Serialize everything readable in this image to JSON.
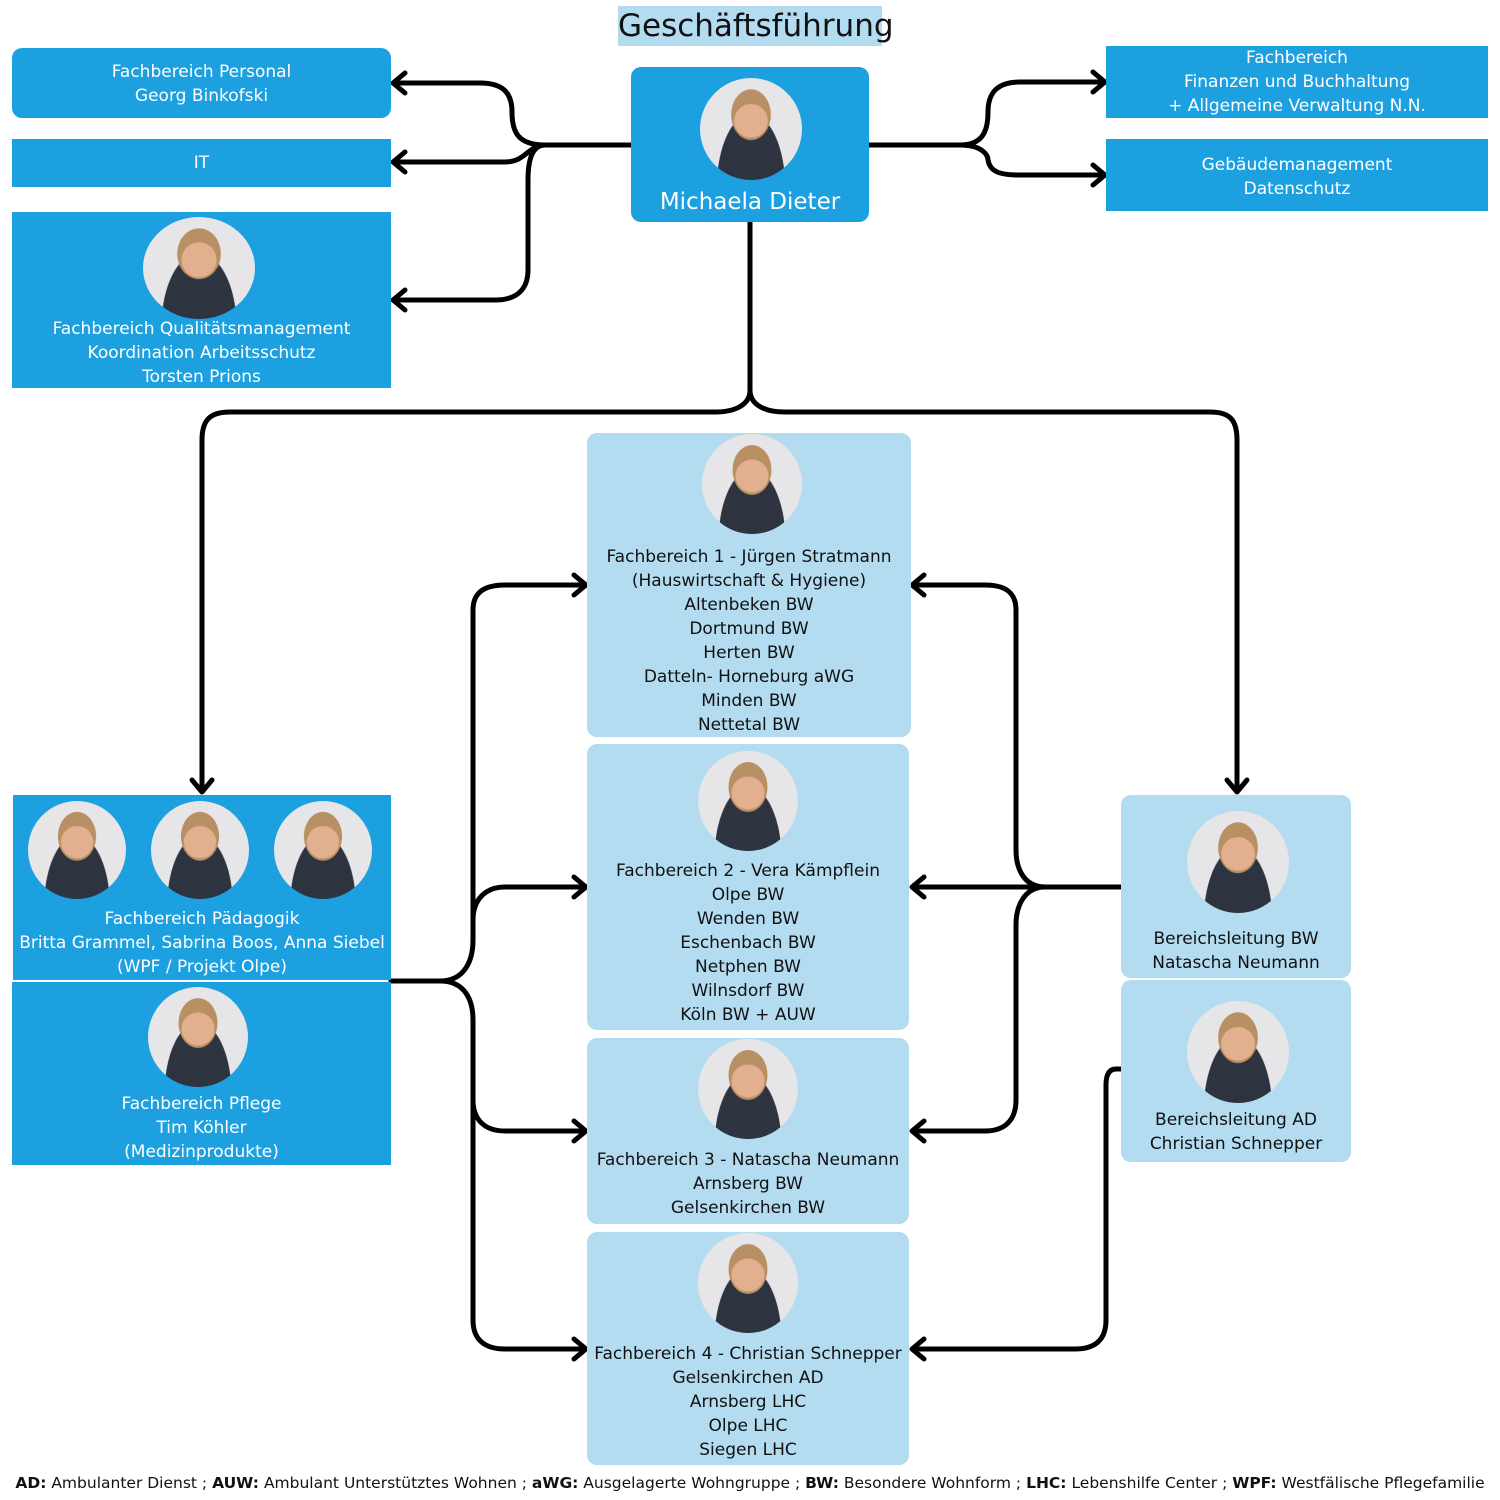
{
  "title": "Geschäftsführung",
  "ceo": {
    "name": "Michaela Dieter"
  },
  "left_top": [
    {
      "lines": [
        "Fachbereich Personal",
        "Georg Binkofski"
      ]
    },
    {
      "lines": [
        "IT"
      ]
    },
    {
      "lines": [
        "Fachbereich Qualitätsmanagement",
        "Koordination Arbeitsschutz",
        "Torsten Prions"
      ]
    }
  ],
  "right_top": [
    {
      "lines": [
        "Fachbereich",
        "Finanzen und Buchhaltung",
        "+ Allgemeine Verwaltung N.N."
      ]
    },
    {
      "lines": [
        "Gebäudemanagement",
        "Datenschutz"
      ]
    }
  ],
  "fachbereiche": [
    {
      "lines": [
        "Fachbereich 1 - Jürgen Stratmann",
        "(Hauswirtschaft & Hygiene)",
        "Altenbeken BW",
        "Dortmund BW",
        "Herten BW",
        "Datteln- Horneburg aWG",
        "Minden BW",
        "Nettetal BW"
      ]
    },
    {
      "lines": [
        "Fachbereich 2 - Vera Kämpflein",
        "Olpe BW",
        "Wenden BW",
        "Eschenbach BW",
        "Netphen BW",
        "Wilnsdorf BW",
        "Köln BW + AUW"
      ]
    },
    {
      "lines": [
        "Fachbereich 3 -  Natascha Neumann",
        "Arnsberg BW",
        "Gelsenkirchen BW"
      ]
    },
    {
      "lines": [
        "Fachbereich 4 - Christian Schnepper",
        "Gelsenkirchen AD",
        "Arnsberg LHC",
        "Olpe LHC",
        "Siegen LHC"
      ]
    }
  ],
  "paedagogik": {
    "lines": [
      "Fachbereich Pädagogik",
      "Britta Grammel, Sabrina Boos, Anna Siebel",
      "(WPF / Projekt Olpe)"
    ]
  },
  "pflege": {
    "lines": [
      "Fachbereich Pflege",
      "Tim Köhler",
      "(Medizinprodukte)"
    ]
  },
  "bereichsleitung": [
    {
      "lines": [
        "Bereichsleitung BW",
        "Natascha Neumann"
      ]
    },
    {
      "lines": [
        "Bereichsleitung AD",
        "Christian Schnepper"
      ]
    }
  ],
  "legend": [
    {
      "abbr": "AD:",
      "text": " Ambulanter Dienst ; "
    },
    {
      "abbr": "AUW:",
      "text": " Ambulant Unterstütztes Wohnen ; "
    },
    {
      "abbr": "aWG:",
      "text": " Ausgelagerte Wohngruppe ; "
    },
    {
      "abbr": "BW:",
      "text": " Besondere Wohnform ; "
    },
    {
      "abbr": "LHC:",
      "text": " Lebenshilfe Center ; "
    },
    {
      "abbr": "WPF:",
      "text": " Westfälische Pflegefamilie"
    }
  ],
  "colors": {
    "dark_box": "#1ca0e0",
    "light_box": "#b3dcf1",
    "connector": "#000000"
  }
}
